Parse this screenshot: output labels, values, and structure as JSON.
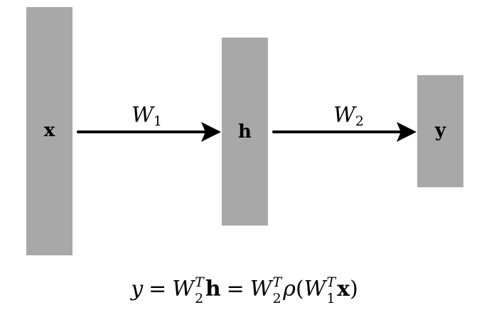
{
  "diagram": {
    "nodes": {
      "input": "x",
      "hidden": "h",
      "output": "y"
    },
    "edges": [
      {
        "from": "x",
        "to": "h",
        "weight_symbol": "W",
        "weight_index": "1"
      },
      {
        "from": "h",
        "to": "y",
        "weight_symbol": "W",
        "weight_index": "2"
      }
    ],
    "colors": {
      "layer_fill": "#a8a8a8",
      "arrow": "#000000",
      "background": "#ffffff"
    }
  },
  "equation": {
    "lhs": "y",
    "eq": "=",
    "term1_symbol": "W",
    "term1_sub": "2",
    "term1_sup": "T",
    "term1_vector": "h",
    "eq2": "=",
    "term2_symbol": "W",
    "term2_sub": "2",
    "term2_sup": "T",
    "activation": "ρ",
    "open_paren": "(",
    "inner_symbol": "W",
    "inner_sub": "1",
    "inner_sup": "T",
    "inner_vector": "x",
    "close_paren": ")"
  }
}
